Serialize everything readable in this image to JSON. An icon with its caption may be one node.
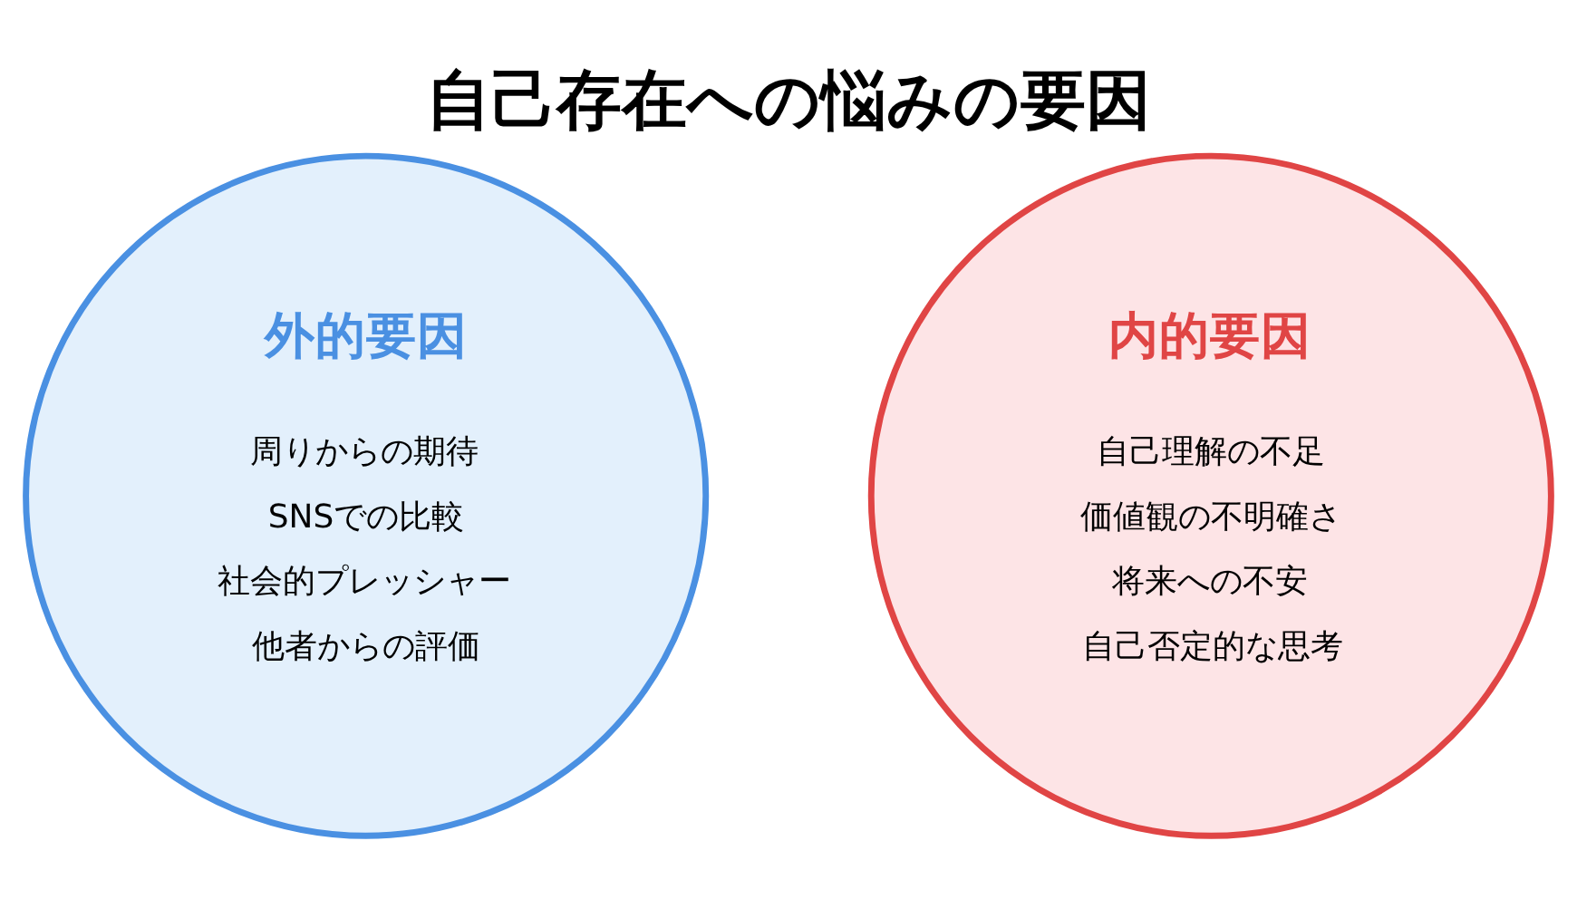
{
  "diagram": {
    "title": "自己存在への悩みの要因",
    "nodes": [
      {
        "text": [
          "外的要因",
          "周りからの期待",
          "SNSでの比較",
          "社会的プレッシャー",
          "他者からの評価"
        ]
      },
      {
        "text": [
          "内的要因",
          "自己理解の不足",
          "価値観の不明確さ",
          "将来への不安",
          "自己否定的な思考"
        ]
      }
    ]
  }
}
